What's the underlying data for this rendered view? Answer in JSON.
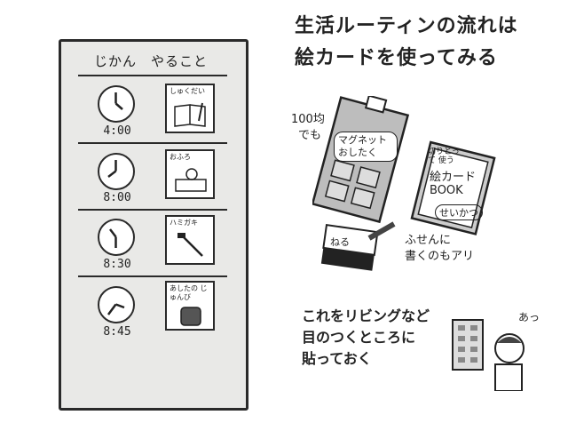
{
  "title": {
    "line1": "生活ルーティンの流れは",
    "line2": "絵カードを使ってみる"
  },
  "board": {
    "header": "じかん　やること",
    "rows": [
      {
        "time": "4:00",
        "card_label": "しゅくだい"
      },
      {
        "time": "8:00",
        "card_label": "おふろ"
      },
      {
        "time": "8:30",
        "card_label": "ハミガキ"
      },
      {
        "time": "8:45",
        "card_label": "あしたの じゅんび"
      }
    ]
  },
  "magnet_note": {
    "line1": "100均",
    "line2": "でも"
  },
  "magnet_board": {
    "label": "マグネット おしたく"
  },
  "book": {
    "tag": "切りとって 使う",
    "title": "絵カード BOOK",
    "sub": "せいかつ"
  },
  "sticky": {
    "label": "ねる",
    "note1": "ふせんに",
    "note2": "書くのもアリ"
  },
  "bottom_note": {
    "line1": "これをリビングなど",
    "line2": "目のつくところに",
    "line3": "貼っておく"
  },
  "person": {
    "speech": "あっ"
  }
}
